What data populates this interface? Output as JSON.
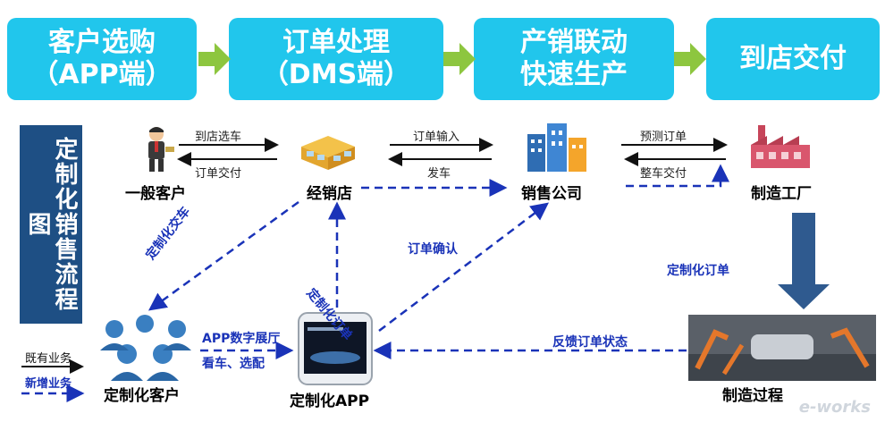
{
  "steps": [
    "客户选购",
    "（APP端）",
    "订单处理",
    "（DMS端）",
    "产销联动",
    "快速生产",
    "到店交付"
  ],
  "side_title": "定制化销售流程图",
  "nodes": {
    "customer": "一般客户",
    "dealer": "经销店",
    "sales": "销售公司",
    "factory": "制造工厂",
    "custom_customer": "定制化客户",
    "app": "定制化APP",
    "process": "制造过程"
  },
  "edges": {
    "to_store": "到店选车",
    "order_delivery": "订单交付",
    "order_input": "订单输入",
    "ship": "发车",
    "forecast": "预测订单",
    "vehicle_delivery": "整车交付",
    "custom_delivery": "定制化交车",
    "custom_order_v": "定制化订单",
    "order_confirm": "订单确认",
    "custom_order": "定制化订单",
    "feedback": "反馈订单状态",
    "app_showroom": "APP数字展厅",
    "view_select": "看车、选配"
  },
  "legend": {
    "existing": "既有业务",
    "new": "新增业务"
  },
  "watermark": "e-works",
  "colors": {
    "step": "#21c6ec",
    "side": "#1e4f84",
    "dashed": "#1a33b8",
    "green_arrow": "#8dc63f",
    "big_arrow": "#2f5a8f"
  }
}
